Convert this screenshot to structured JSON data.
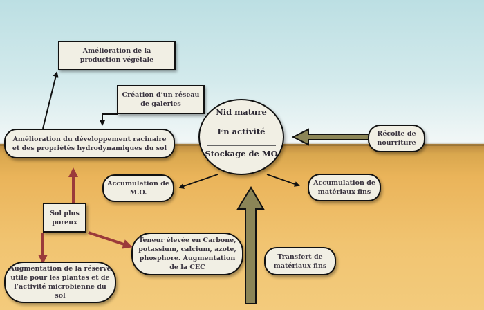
{
  "diagram": {
    "central_node": {
      "line1": "Nid mature",
      "line2": "En activité",
      "line3": "Stockage de MO"
    },
    "nodes": {
      "production_vegetale": "Amélioration de la production végétale",
      "reseau_galeries": "Création d’un réseau de galeries",
      "developpement_racinaire": "Amélioration du développement racinaire et des propriétés hydrodynamiques du sol",
      "recolte_nourriture": "Récolte de nourriture",
      "accumulation_mo": "Accumulation de M.O.",
      "accumulation_materiaux": "Accumulation de matériaux fins",
      "sol_poreux": "Sol plus poreux",
      "teneur_elevee": "Teneur élevée en Carbone, potassium, calcium, azote, phosphore. Augmentation de la CEC",
      "reserve_utile": "Augmentation de la réserve utile pour les plantes et de l’activité microbienne du sol",
      "transfert_materiaux": "Transfert de matériaux fins"
    },
    "colors": {
      "big_arrow": "#8b8557",
      "red_arrow": "#9b3a3a",
      "node_fill": "#f1efe4",
      "sky_top": "#bcdfe3",
      "soil": "#eab45a"
    }
  }
}
